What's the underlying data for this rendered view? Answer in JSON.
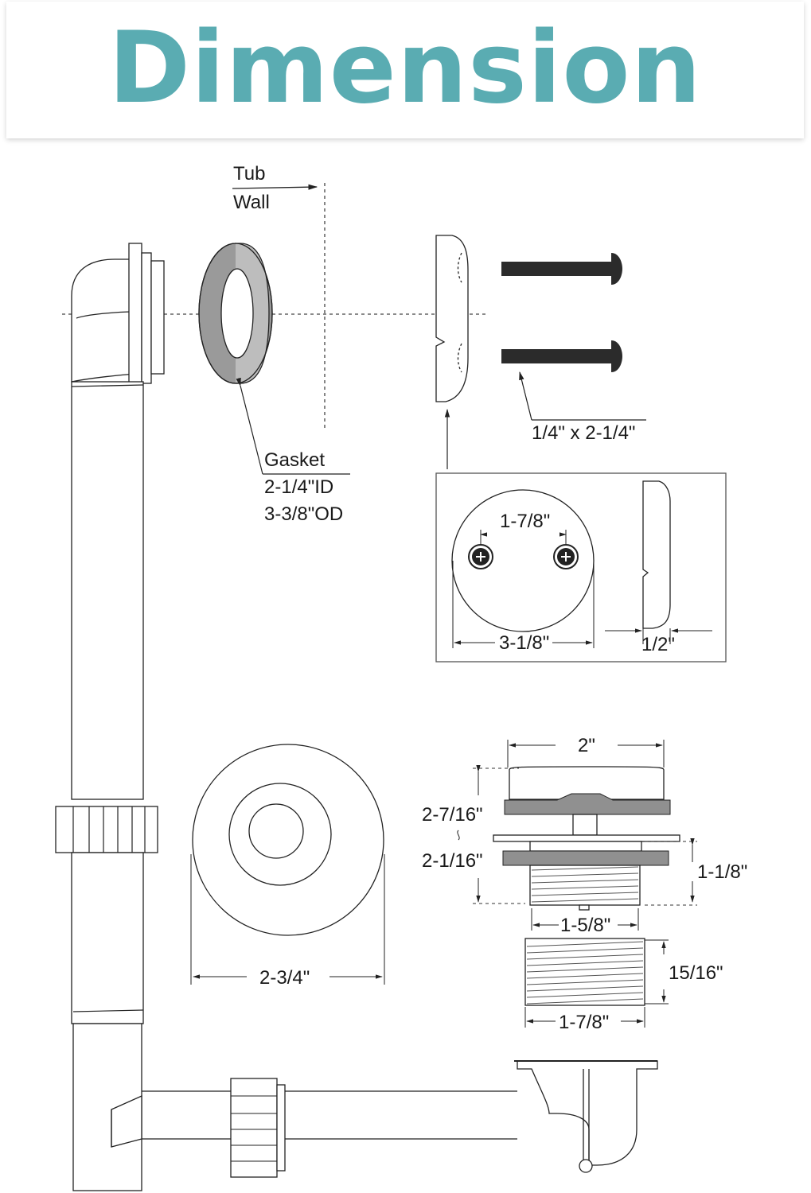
{
  "title": "Dimension",
  "colors": {
    "title": "#5aacb2",
    "gasket_fill": "#9a9a9a",
    "bolt_fill": "#2b2b2b"
  },
  "labels": {
    "tub": "Tub",
    "wall": "Wall",
    "gasket": "Gasket",
    "gasket_id": "2-1/4\"ID",
    "gasket_od": "3-3/8\"OD",
    "bolt_size": "1/4\" x 2-1/4\"",
    "plate_hole_spacing": "1-7/8\"",
    "plate_diameter": "3-1/8\"",
    "plate_thickness": "1/2\"",
    "flange_diameter": "2-3/4\"",
    "stopper_top": "2\"",
    "stopper_height_max": "2-7/16\"",
    "stopper_height_min": "2-1/16\"",
    "thread_height": "1-1/8\"",
    "thread_width": "1-5/8\"",
    "nut_height": "15/16\"",
    "nut_width": "1-7/8\""
  }
}
